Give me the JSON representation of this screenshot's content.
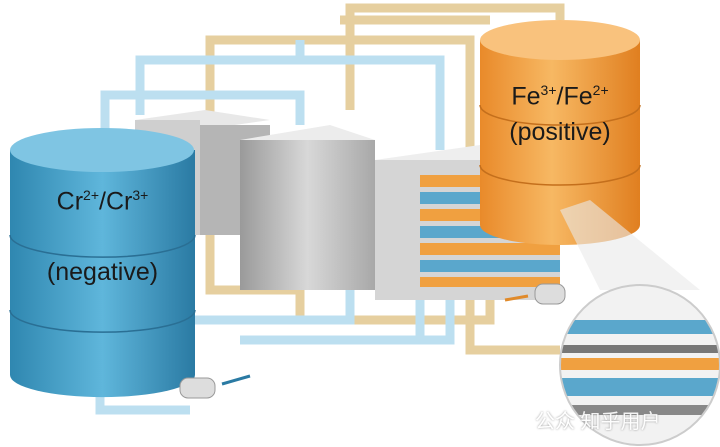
{
  "negative_tank": {
    "species_a": "Cr",
    "charge_a": "2+",
    "species_b": "Cr",
    "charge_b": "3+",
    "label": "(negative)",
    "color": "#3e9cc4"
  },
  "positive_tank": {
    "species_a": "Fe",
    "charge_a": "3+",
    "species_b": "Fe",
    "charge_b": "2+",
    "label": "(positive)",
    "color": "#f2a04a"
  },
  "watermark": "公众 知乎用户"
}
